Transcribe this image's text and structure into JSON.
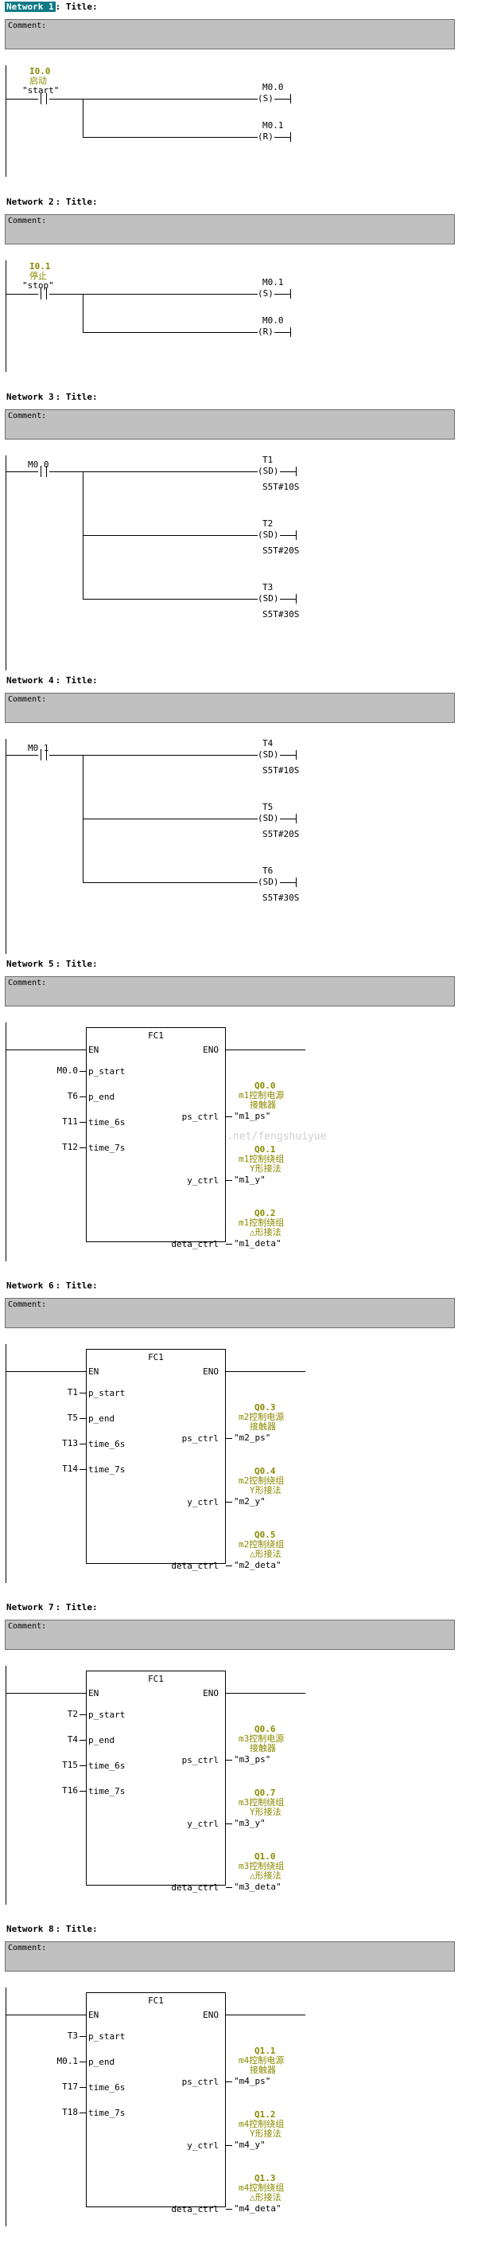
{
  "comment_label": "Comment:",
  "title_suffix": ": Title:",
  "watermark": "http://blog.csdn.net/fengshuiyue",
  "networks": [
    {
      "label": "Network 1",
      "contact": {
        "addr": "I0.0",
        "cn": "启动",
        "sym": "\"start\""
      },
      "outputs": [
        {
          "addr": "M0.0",
          "coil": "(S)"
        },
        {
          "addr": "M0.1",
          "coil": "(R)"
        }
      ]
    },
    {
      "label": "Network 2",
      "contact": {
        "addr": "I0.1",
        "cn": "停止",
        "sym": "\"stop\""
      },
      "outputs": [
        {
          "addr": "M0.1",
          "coil": "(S)"
        },
        {
          "addr": "M0.0",
          "coil": "(R)"
        }
      ]
    },
    {
      "label": "Network 3",
      "contact": {
        "addr": "M0.0"
      },
      "timers": [
        {
          "addr": "T1",
          "coil": "(SD)",
          "time": "S5T#10S"
        },
        {
          "addr": "T2",
          "coil": "(SD)",
          "time": "S5T#20S"
        },
        {
          "addr": "T3",
          "coil": "(SD)",
          "time": "S5T#30S"
        }
      ]
    },
    {
      "label": "Network 4",
      "contact": {
        "addr": "M0.1"
      },
      "timers": [
        {
          "addr": "T4",
          "coil": "(SD)",
          "time": "S5T#10S"
        },
        {
          "addr": "T5",
          "coil": "(SD)",
          "time": "S5T#20S"
        },
        {
          "addr": "T6",
          "coil": "(SD)",
          "time": "S5T#30S"
        }
      ]
    },
    {
      "label": "Network 5",
      "fc": {
        "name": "FC1",
        "en": "EN",
        "eno": "ENO",
        "inputs": [
          {
            "actual": "M0.0",
            "pin": "p_start"
          },
          {
            "actual": "T6",
            "pin": "p_end"
          },
          {
            "actual": "T11",
            "pin": "time_6s"
          },
          {
            "actual": "T12",
            "pin": "time_7s"
          }
        ],
        "outputs": [
          {
            "pin": "ps_ctrl",
            "addr": "Q0.0",
            "cmt": [
              "m1控制电源",
              "接触器"
            ],
            "sym": "\"m1_ps\""
          },
          {
            "pin": "y_ctrl",
            "addr": "Q0.1",
            "cmt": [
              "m1控制绕组",
              "Y形接法"
            ],
            "sym": "\"m1_y\""
          },
          {
            "pin": "deta_ctrl",
            "addr": "Q0.2",
            "cmt": [
              "m1控制绕组",
              "△形接法"
            ],
            "sym": "\"m1_deta\""
          }
        ]
      }
    },
    {
      "label": "Network 6",
      "fc": {
        "name": "FC1",
        "en": "EN",
        "eno": "ENO",
        "inputs": [
          {
            "actual": "T1",
            "pin": "p_start"
          },
          {
            "actual": "T5",
            "pin": "p_end"
          },
          {
            "actual": "T13",
            "pin": "time_6s"
          },
          {
            "actual": "T14",
            "pin": "time_7s"
          }
        ],
        "outputs": [
          {
            "pin": "ps_ctrl",
            "addr": "Q0.3",
            "cmt": [
              "m2控制电源",
              "接触器"
            ],
            "sym": "\"m2_ps\""
          },
          {
            "pin": "y_ctrl",
            "addr": "Q0.4",
            "cmt": [
              "m2控制绕组",
              "Y形接法"
            ],
            "sym": "\"m2_y\""
          },
          {
            "pin": "deta_ctrl",
            "addr": "Q0.5",
            "cmt": [
              "m2控制绕组",
              "△形接法"
            ],
            "sym": "\"m2_deta\""
          }
        ]
      }
    },
    {
      "label": "Network 7",
      "fc": {
        "name": "FC1",
        "en": "EN",
        "eno": "ENO",
        "inputs": [
          {
            "actual": "T2",
            "pin": "p_start"
          },
          {
            "actual": "T4",
            "pin": "p_end"
          },
          {
            "actual": "T15",
            "pin": "time_6s"
          },
          {
            "actual": "T16",
            "pin": "time_7s"
          }
        ],
        "outputs": [
          {
            "pin": "ps_ctrl",
            "addr": "Q0.6",
            "cmt": [
              "m3控制电源",
              "接触器"
            ],
            "sym": "\"m3_ps\""
          },
          {
            "pin": "y_ctrl",
            "addr": "Q0.7",
            "cmt": [
              "m3控制绕组",
              "Y形接法"
            ],
            "sym": "\"m3_y\""
          },
          {
            "pin": "deta_ctrl",
            "addr": "Q1.0",
            "cmt": [
              "m3控制绕组",
              "△形接法"
            ],
            "sym": "\"m3_deta\""
          }
        ]
      }
    },
    {
      "label": "Network 8",
      "fc": {
        "name": "FC1",
        "en": "EN",
        "eno": "ENO",
        "inputs": [
          {
            "actual": "T3",
            "pin": "p_start"
          },
          {
            "actual": "M0.1",
            "pin": "p_end"
          },
          {
            "actual": "T17",
            "pin": "time_6s"
          },
          {
            "actual": "T18",
            "pin": "time_7s"
          }
        ],
        "outputs": [
          {
            "pin": "ps_ctrl",
            "addr": "Q1.1",
            "cmt": [
              "m4控制电源",
              "接触器"
            ],
            "sym": "\"m4_ps\""
          },
          {
            "pin": "y_ctrl",
            "addr": "Q1.2",
            "cmt": [
              "m4控制绕组",
              "Y形接法"
            ],
            "sym": "\"m4_y\""
          },
          {
            "pin": "deta_ctrl",
            "addr": "Q1.3",
            "cmt": [
              "m4控制绕组",
              "△形接法"
            ],
            "sym": "\"m4_deta\""
          }
        ]
      }
    }
  ]
}
